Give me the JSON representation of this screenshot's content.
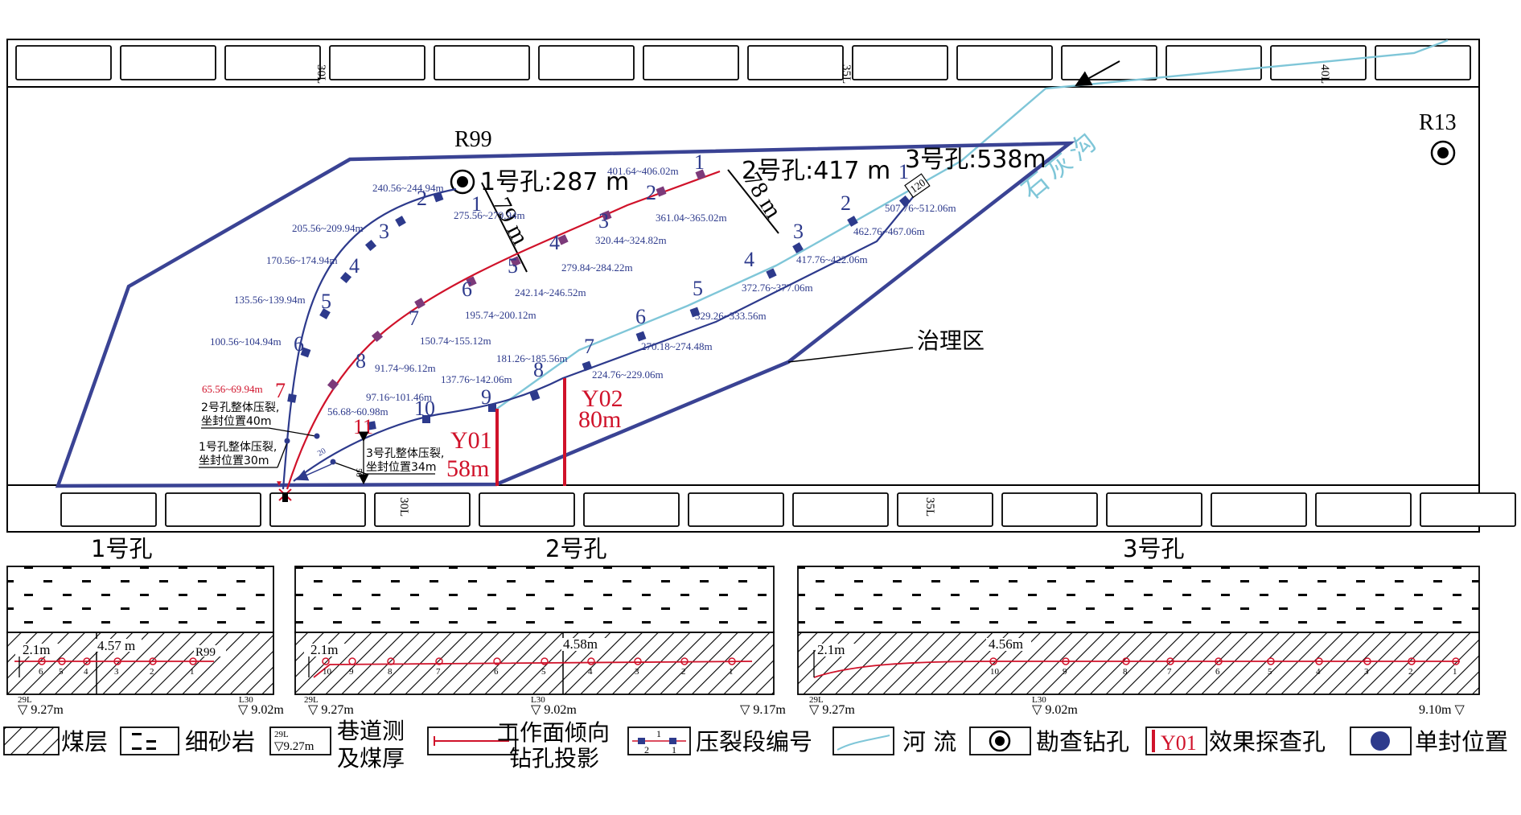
{
  "roadway_labels": {
    "top": [
      "30L",
      "35L",
      "40L"
    ],
    "bottom": [
      "30L",
      "35L"
    ]
  },
  "boreholes": {
    "r99": "R99",
    "r13": "R13",
    "hole1_title": "1号孔:287 m",
    "hole2_title": "2号孔:417 m",
    "hole3_title": "3号孔:538m"
  },
  "river_name": "石灰沟",
  "zone_label": "治理区",
  "distances": {
    "d79": "79 m",
    "d78": "78 m"
  },
  "hole1": {
    "nums": [
      "1",
      "2",
      "3",
      "4",
      "5",
      "6",
      "7"
    ],
    "ranges": [
      "275.56~279.94m",
      "240.56~244.94m",
      "205.56~209.94m",
      "170.56~174.94m",
      "135.56~139.94m",
      "100.56~104.94m",
      "65.56~69.94m"
    ],
    "note_a": "1号孔整体压裂,",
    "note_b": "坐封位置30m"
  },
  "hole2": {
    "nums": [
      "1",
      "2",
      "3",
      "4",
      "5",
      "6",
      "7",
      "8",
      "9",
      "10",
      "11"
    ],
    "ranges": [
      "401.64~406.02m",
      "361.04~365.02m",
      "320.44~324.82m",
      "279.84~284.22m",
      "242.14~246.52m",
      "195.74~200.12m",
      "150.74~155.12m",
      "91.74~96.12m",
      "97.16~101.46m",
      "56.68~60.98m"
    ],
    "note_a": "2号孔整体压裂,",
    "note_b": "坐封位置40m"
  },
  "hole3": {
    "nums": [
      "1",
      "2",
      "3",
      "4",
      "5",
      "6",
      "7",
      "8"
    ],
    "ranges": [
      "507.76~512.06m",
      "462.76~467.06m",
      "417.76~422.06m",
      "372.76~377.06m",
      "329.26~333.56m",
      "270.18~274.48m",
      "224.76~229.06m",
      "181.26~185.56m",
      "137.76~142.06m"
    ],
    "note_a": "3号孔整体压裂,",
    "note_b": "坐封位置34m",
    "box_label": "120"
  },
  "probes": {
    "y01_name": "Y01",
    "y01_len": "58m",
    "y02_name": "Y02",
    "y02_len": "80m"
  },
  "small_marks": {
    "fifty": "50",
    "twenty": "20"
  },
  "sections": {
    "s1_title": "1号孔",
    "s2_title": "2号孔",
    "s3_title": "3号孔",
    "s1_thick_a": "2.1m",
    "s1_thick_b": "4.57 m",
    "s1_r99": "R99",
    "s1_left_l": "29L",
    "s1_left_v": "9.27m",
    "s1_right_l": "L30",
    "s1_right_v": "9.02m",
    "s2_thick_a": "2.1m",
    "s2_thick_b": "4.58m",
    "s2_left_l": "29L",
    "s2_left_v": "9.27m",
    "s2_mid_l": "L30",
    "s2_mid_v": "9.02m",
    "s2_right_v": "9.17m",
    "s3_thick_a": "2.1m",
    "s3_thick_b": "4.56m",
    "s3_left_l": "29L",
    "s3_left_v": "9.27m",
    "s3_mid_l": "L30",
    "s3_mid_v": "9.02m",
    "s3_right_v": "9.10m",
    "s1_pts": [
      "6",
      "5",
      "4",
      "3",
      "2",
      "1"
    ],
    "s2_pts": [
      "10",
      "9",
      "8",
      "7",
      "6",
      "5",
      "4",
      "3",
      "2",
      "1"
    ],
    "s3_pts": [
      "10",
      "9",
      "8",
      "7",
      "6",
      "5",
      "4",
      "3",
      "2",
      "1"
    ]
  },
  "legend": {
    "coal": "煤层",
    "sandstone": "细砂岩",
    "roadway_box_l": "29L",
    "roadway_box_v": "9.27m",
    "roadway_a": "巷道测",
    "roadway_b": "及煤厚",
    "proj_a": "工作面倾向",
    "proj_b": "钻孔投影",
    "seg_box_a": "1",
    "seg_box_b": "2",
    "seg_box_c": "1",
    "seg": "压裂段编号",
    "river": "河 流",
    "explore": "勘查钻孔",
    "probe_box": "Y01",
    "probe": "效果探查孔",
    "single": "单封位置"
  },
  "colors": {
    "navy": "#2d3a8c",
    "red": "#d0122a",
    "river": "#7fc6d8",
    "black": "#000000"
  }
}
